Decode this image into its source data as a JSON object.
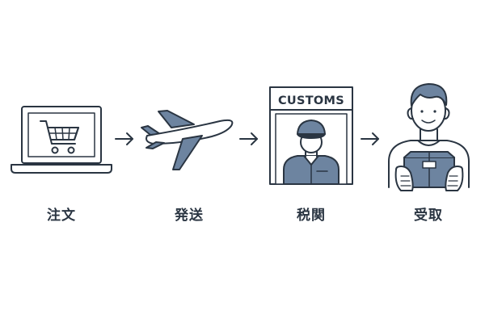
{
  "steps": [
    {
      "label": "注文",
      "icon": "laptop-cart-icon"
    },
    {
      "label": "発送",
      "icon": "airplane-icon"
    },
    {
      "label": "税関",
      "icon": "customs-officer-icon"
    },
    {
      "label": "受取",
      "icon": "person-receiving-package-icon"
    }
  ],
  "customs_sign": "CUSTOMS",
  "colors": {
    "stroke": "#2a3542",
    "accent": "#6d84a0",
    "skin": "#ffffff"
  }
}
